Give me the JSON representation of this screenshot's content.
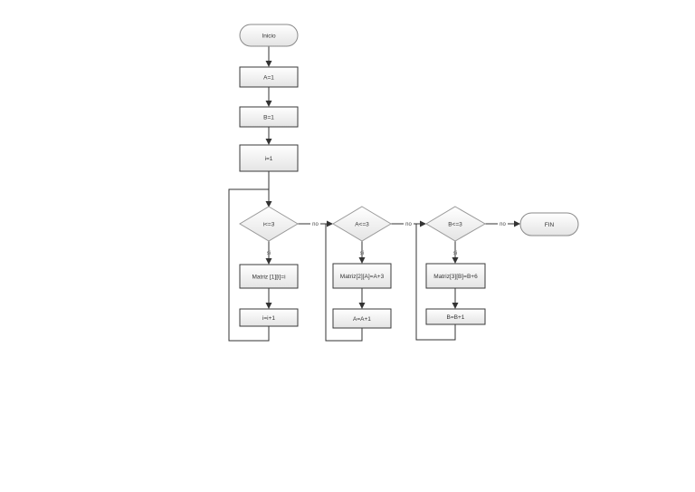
{
  "diagram": {
    "type": "flowchart",
    "colors": {
      "stroke": "#3a3a3a",
      "fill_top": "#ffffff",
      "fill_bottom": "#e6e6e6",
      "line": "#333333"
    },
    "nodes": {
      "start": {
        "label": "Inicio",
        "shape": "terminal"
      },
      "a_init": {
        "label": "A=1",
        "shape": "process"
      },
      "b_init": {
        "label": "B=1",
        "shape": "process"
      },
      "i_init": {
        "label": "i=1",
        "shape": "process"
      },
      "cond_i": {
        "label": "i<=3",
        "shape": "decision"
      },
      "assign_1": {
        "label": "Matriz [1][i]=i",
        "shape": "process"
      },
      "inc_i": {
        "label": "i=i+1",
        "shape": "process"
      },
      "cond_a": {
        "label": "A<=3",
        "shape": "decision"
      },
      "assign_2": {
        "label": "Matriz[2][A]=A+3",
        "shape": "process"
      },
      "inc_a": {
        "label": "A=A+1",
        "shape": "process"
      },
      "cond_b": {
        "label": "B<=3",
        "shape": "decision"
      },
      "assign_3": {
        "label": "Matriz[3][B]=B+6",
        "shape": "process"
      },
      "inc_b": {
        "label": "B=B+1",
        "shape": "process"
      },
      "end": {
        "label": "FIN",
        "shape": "terminal"
      }
    },
    "edge_labels": {
      "cond_i_no": "no",
      "cond_i_yes": "si",
      "cond_a_no": "no",
      "cond_a_yes": "si",
      "cond_b_no": "no",
      "cond_b_yes": "si"
    }
  }
}
